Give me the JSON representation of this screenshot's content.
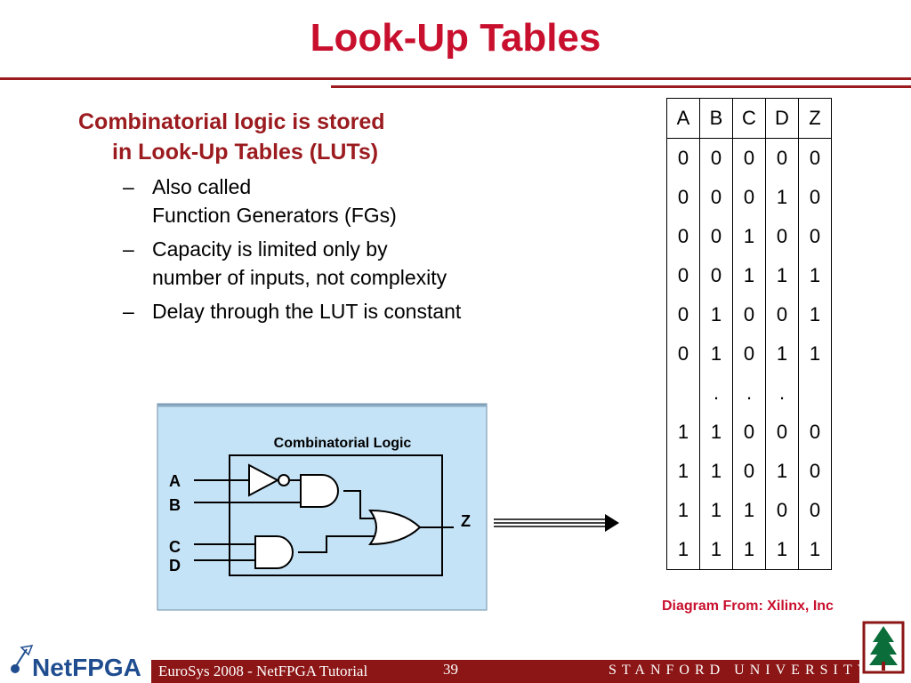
{
  "title": "Look-Up Tables",
  "bullets": {
    "main_line1": "Combinatorial logic is stored",
    "main_line2": "in Look-Up Tables (LUTs)",
    "sub": [
      {
        "dash": "–",
        "line1": "Also called",
        "line2": "Function Generators (FGs)"
      },
      {
        "dash": "–",
        "line1": "Capacity is limited only by",
        "line2": "number of inputs, not complexity"
      },
      {
        "dash": "–",
        "line1": "Delay through the LUT is constant",
        "line2": ""
      }
    ]
  },
  "diagram": {
    "box_label": "Combinatorial Logic",
    "inputs": [
      "A",
      "B",
      "C",
      "D"
    ],
    "output": "Z",
    "fill_color": "#c5e3f6"
  },
  "truth_table": {
    "headers": [
      "A",
      "B",
      "C",
      "D",
      "Z"
    ],
    "rows": [
      [
        "0",
        "0",
        "0",
        "0",
        "0"
      ],
      [
        "0",
        "0",
        "0",
        "1",
        "0"
      ],
      [
        "0",
        "0",
        "1",
        "0",
        "0"
      ],
      [
        "0",
        "0",
        "1",
        "1",
        "1"
      ],
      [
        "0",
        "1",
        "0",
        "0",
        "1"
      ],
      [
        "0",
        "1",
        "0",
        "1",
        "1"
      ],
      [
        "",
        ".",
        ".",
        ".",
        ""
      ],
      [
        "1",
        "1",
        "0",
        "0",
        "0"
      ],
      [
        "1",
        "1",
        "0",
        "1",
        "0"
      ],
      [
        "1",
        "1",
        "1",
        "0",
        "0"
      ],
      [
        "1",
        "1",
        "1",
        "1",
        "1"
      ]
    ]
  },
  "credit": "Diagram From: Xilinx, Inc",
  "footer": {
    "left": "EuroSys 2008 - NetFPGA Tutorial",
    "page": "39",
    "right": "STANFORD UNIVERSITY",
    "logo": "NetFPGA",
    "bar_color": "#8c1515"
  },
  "colors": {
    "title": "#c8102e",
    "accent": "#9b1b1f"
  }
}
